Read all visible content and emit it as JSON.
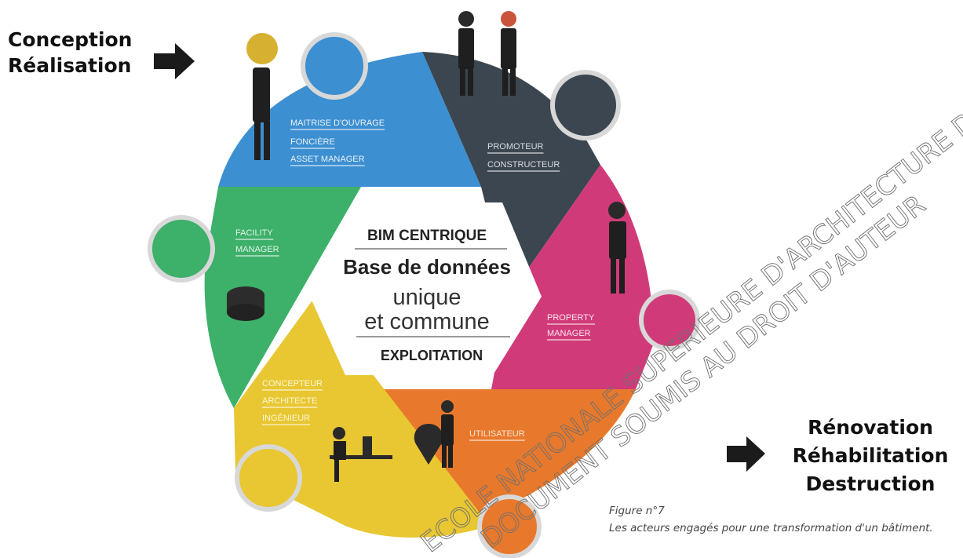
{
  "lead_left": {
    "line1": "Conception",
    "line2": "Réalisation"
  },
  "lead_right": {
    "line1": "Rénovation",
    "line2": "Réhabilitation",
    "line3": "Destruction"
  },
  "center": {
    "heading": "BIM CENTRIQUE",
    "line1": "Base de données",
    "line2": "unique",
    "line3": "et commune",
    "footer": "EXPLOITATION"
  },
  "segments": {
    "blue": {
      "color": "#3c8fd0",
      "lines": [
        "MAITRISE D'OUVRAGE",
        "FONCIÈRE",
        "ASSET MANAGER"
      ]
    },
    "dark": {
      "color": "#3b4650",
      "lines": [
        "PROMOTEUR",
        "CONSTRUCTEUR"
      ]
    },
    "pink": {
      "color": "#d13a78",
      "lines": [
        "PROPERTY",
        "MANAGER"
      ]
    },
    "orange": {
      "color": "#e8792c",
      "lines": [
        "UTILISATEUR"
      ]
    },
    "yellow": {
      "color": "#e8c732",
      "lines": [
        "CONCEPTEUR",
        "ARCHITECTE",
        "INGÉNIEUR"
      ]
    },
    "green": {
      "color": "#3db06a",
      "lines": [
        "FACILITY",
        "MANAGER"
      ]
    }
  },
  "caption": {
    "line1": "Figure n°7",
    "line2": "Les acteurs engagés pour une transformation d'un bâtiment."
  },
  "watermark": {
    "line1": "ECOLE NATIONALE SUPERIEURE D'ARCHITECTURE DE TOULOUSE",
    "line2": "DOCUMENT SOUMIS AU DROIT D'AUTEUR"
  }
}
